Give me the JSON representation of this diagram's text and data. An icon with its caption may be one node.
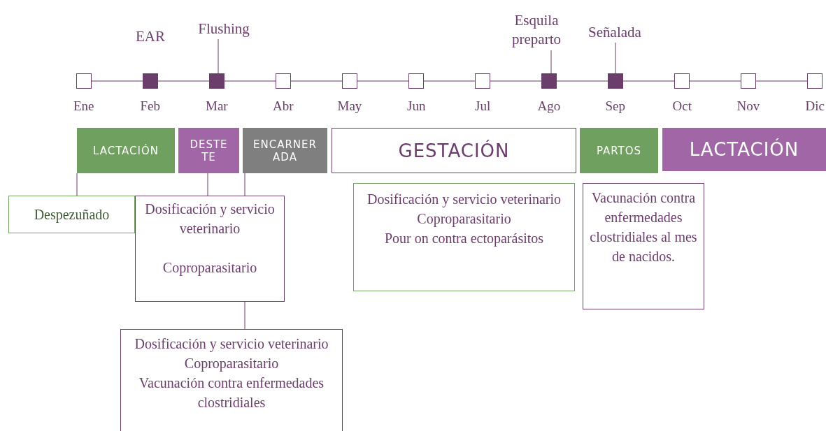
{
  "diagram": {
    "nodes": [
      {
        "text": [
          "Ene"
        ]
      },
      {
        "text": [
          "Feb"
        ],
        "beside": [
          "EAR"
        ]
      },
      {
        "text": [
          "Mar"
        ]
      },
      {
        "text": [
          "Abr"
        ]
      },
      {
        "text": [
          "May"
        ]
      },
      {
        "text": [
          "Jun"
        ]
      },
      {
        "text": [
          "Jul"
        ]
      },
      {
        "text": [
          "Ago"
        ]
      },
      {
        "text": [
          "Sep"
        ]
      },
      {
        "text": [
          "Oct"
        ]
      },
      {
        "text": [
          "Nov"
        ]
      },
      {
        "text": [
          "Dic"
        ]
      },
      {
        "text": [
          "Flushing"
        ]
      },
      {
        "text": [
          "Esquila preparto"
        ]
      },
      {
        "text": [
          "Señalada"
        ]
      },
      {
        "text": [
          "LACTACIÓN"
        ]
      },
      {
        "text": [
          "DESTE TE"
        ]
      },
      {
        "text": [
          "ENCARNER ADA"
        ]
      },
      {
        "text": [
          "GESTACIÓN"
        ]
      },
      {
        "text": [
          "PARTOS"
        ]
      },
      {
        "text": [
          "LACTACIÓN"
        ]
      },
      {
        "text": [
          "Despezuñado"
        ]
      },
      {
        "text": [
          "Dosificación y servicio veterinario",
          "Coproparasitario"
        ]
      },
      {
        "text": [
          "Dosificación y servicio veterinario",
          "Coproparasitario",
          "Vacunación contra enfermedades clostridiales"
        ]
      },
      {
        "text": [
          "Dosificación y servicio veterinario",
          "Coproparasitario",
          "Pour on contra ectoparásitos"
        ]
      },
      {
        "text": [
          "Vacunación contra enfermedades clostridiales al mes de nacidos."
        ]
      }
    ],
    "edges": [
      {
        "from": 0,
        "to": 1,
        "arrow": "none"
      },
      {
        "from": 1,
        "to": 2,
        "arrow": "none"
      },
      {
        "from": 2,
        "to": 3,
        "arrow": "none"
      },
      {
        "from": 3,
        "to": 4,
        "arrow": "none"
      },
      {
        "from": 4,
        "to": 5,
        "arrow": "none"
      },
      {
        "from": 5,
        "to": 6,
        "arrow": "none"
      },
      {
        "from": 6,
        "to": 7,
        "arrow": "none"
      },
      {
        "from": 7,
        "to": 8,
        "arrow": "none"
      },
      {
        "from": 8,
        "to": 9,
        "arrow": "none"
      },
      {
        "from": 9,
        "to": 10,
        "arrow": "none"
      },
      {
        "from": 10,
        "to": 11,
        "arrow": "none"
      },
      {
        "from": 12,
        "to": 2,
        "arrow": "none"
      },
      {
        "from": 13,
        "to": 7,
        "arrow": "none"
      },
      {
        "from": 14,
        "to": 8,
        "arrow": "none"
      },
      {
        "from": 15,
        "to": 21,
        "arrow": "none"
      },
      {
        "from": 16,
        "to": 22,
        "arrow": "none"
      },
      {
        "from": 17,
        "to": 22,
        "arrow": "none"
      },
      {
        "from": 22,
        "to": 23,
        "arrow": "none"
      }
    ]
  }
}
